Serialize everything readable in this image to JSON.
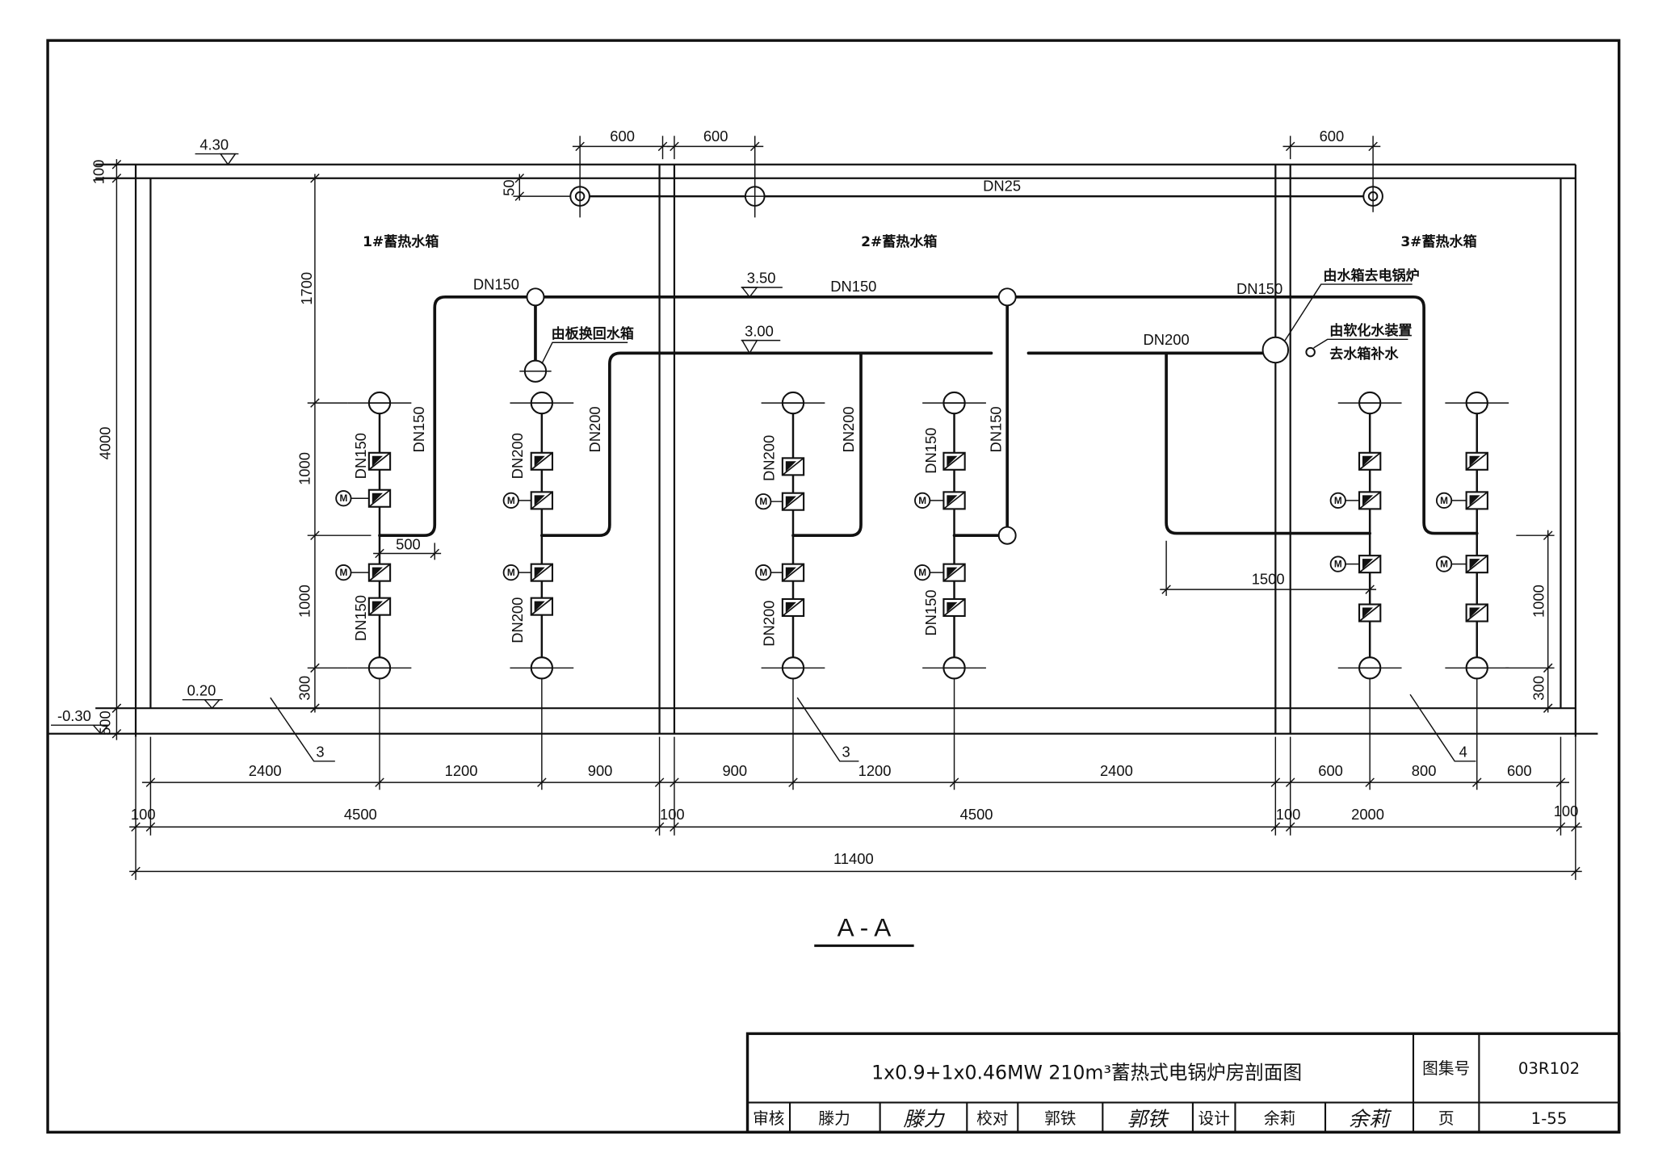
{
  "section": {
    "label": "A - A"
  },
  "elevations": {
    "roof": "4.30",
    "upper_pipe": "3.50",
    "lower_pipe": "3.00",
    "tank_floor": "0.20",
    "ground": "-0.30"
  },
  "tanks": [
    "1#蓄热水箱",
    "2#蓄热水箱",
    "3#蓄热水箱"
  ],
  "pipes": {
    "vent": "DN25",
    "supply": [
      "DN150",
      "DN150",
      "DN150"
    ],
    "return": "DN200",
    "risers_upper": [
      "DN150",
      "DN150",
      "DN200",
      "DN200",
      "DN200",
      "DN200",
      "DN150",
      "DN150"
    ],
    "risers_lower": [
      "DN150",
      "DN200",
      "DN200",
      "DN150"
    ]
  },
  "notes": {
    "return_from_hx": "由板换回水箱",
    "to_boiler": "由水箱去电锅炉",
    "makeup_1": "由软化水装置",
    "makeup_2": "去水箱补水"
  },
  "motor_symbol": "M",
  "dimensions": {
    "top": [
      "600",
      "600",
      "600"
    ],
    "offset": "50",
    "left": {
      "roof": "100",
      "height": "4000",
      "slab": "500"
    },
    "tank_left": [
      "1700",
      "1000",
      "1000",
      "300"
    ],
    "tank_right": [
      "1000",
      "300"
    ],
    "branch": "500",
    "branch_right": "1500",
    "row1": [
      "2400",
      "1200",
      "900",
      "900",
      "1200",
      "2400",
      "600",
      "800",
      "600"
    ],
    "row2": [
      "100",
      "4500",
      "100",
      "4500",
      "100",
      "2000",
      "100"
    ],
    "total": "11400"
  },
  "callouts": [
    "3",
    "3",
    "4"
  ],
  "title_block": {
    "title": "1x0.9+1x0.46MW 210m³蓄热式电锅炉房剖面图",
    "atlas_label": "图集号",
    "atlas_no": "03R102",
    "page_label": "页",
    "page_no": "1-55",
    "review_label": "审核",
    "reviewer": "滕力",
    "check_label": "校对",
    "checker": "郭铁",
    "design_label": "设计",
    "designer": "余莉",
    "signatures": [
      "滕力",
      "郭铁",
      "余莉"
    ]
  }
}
